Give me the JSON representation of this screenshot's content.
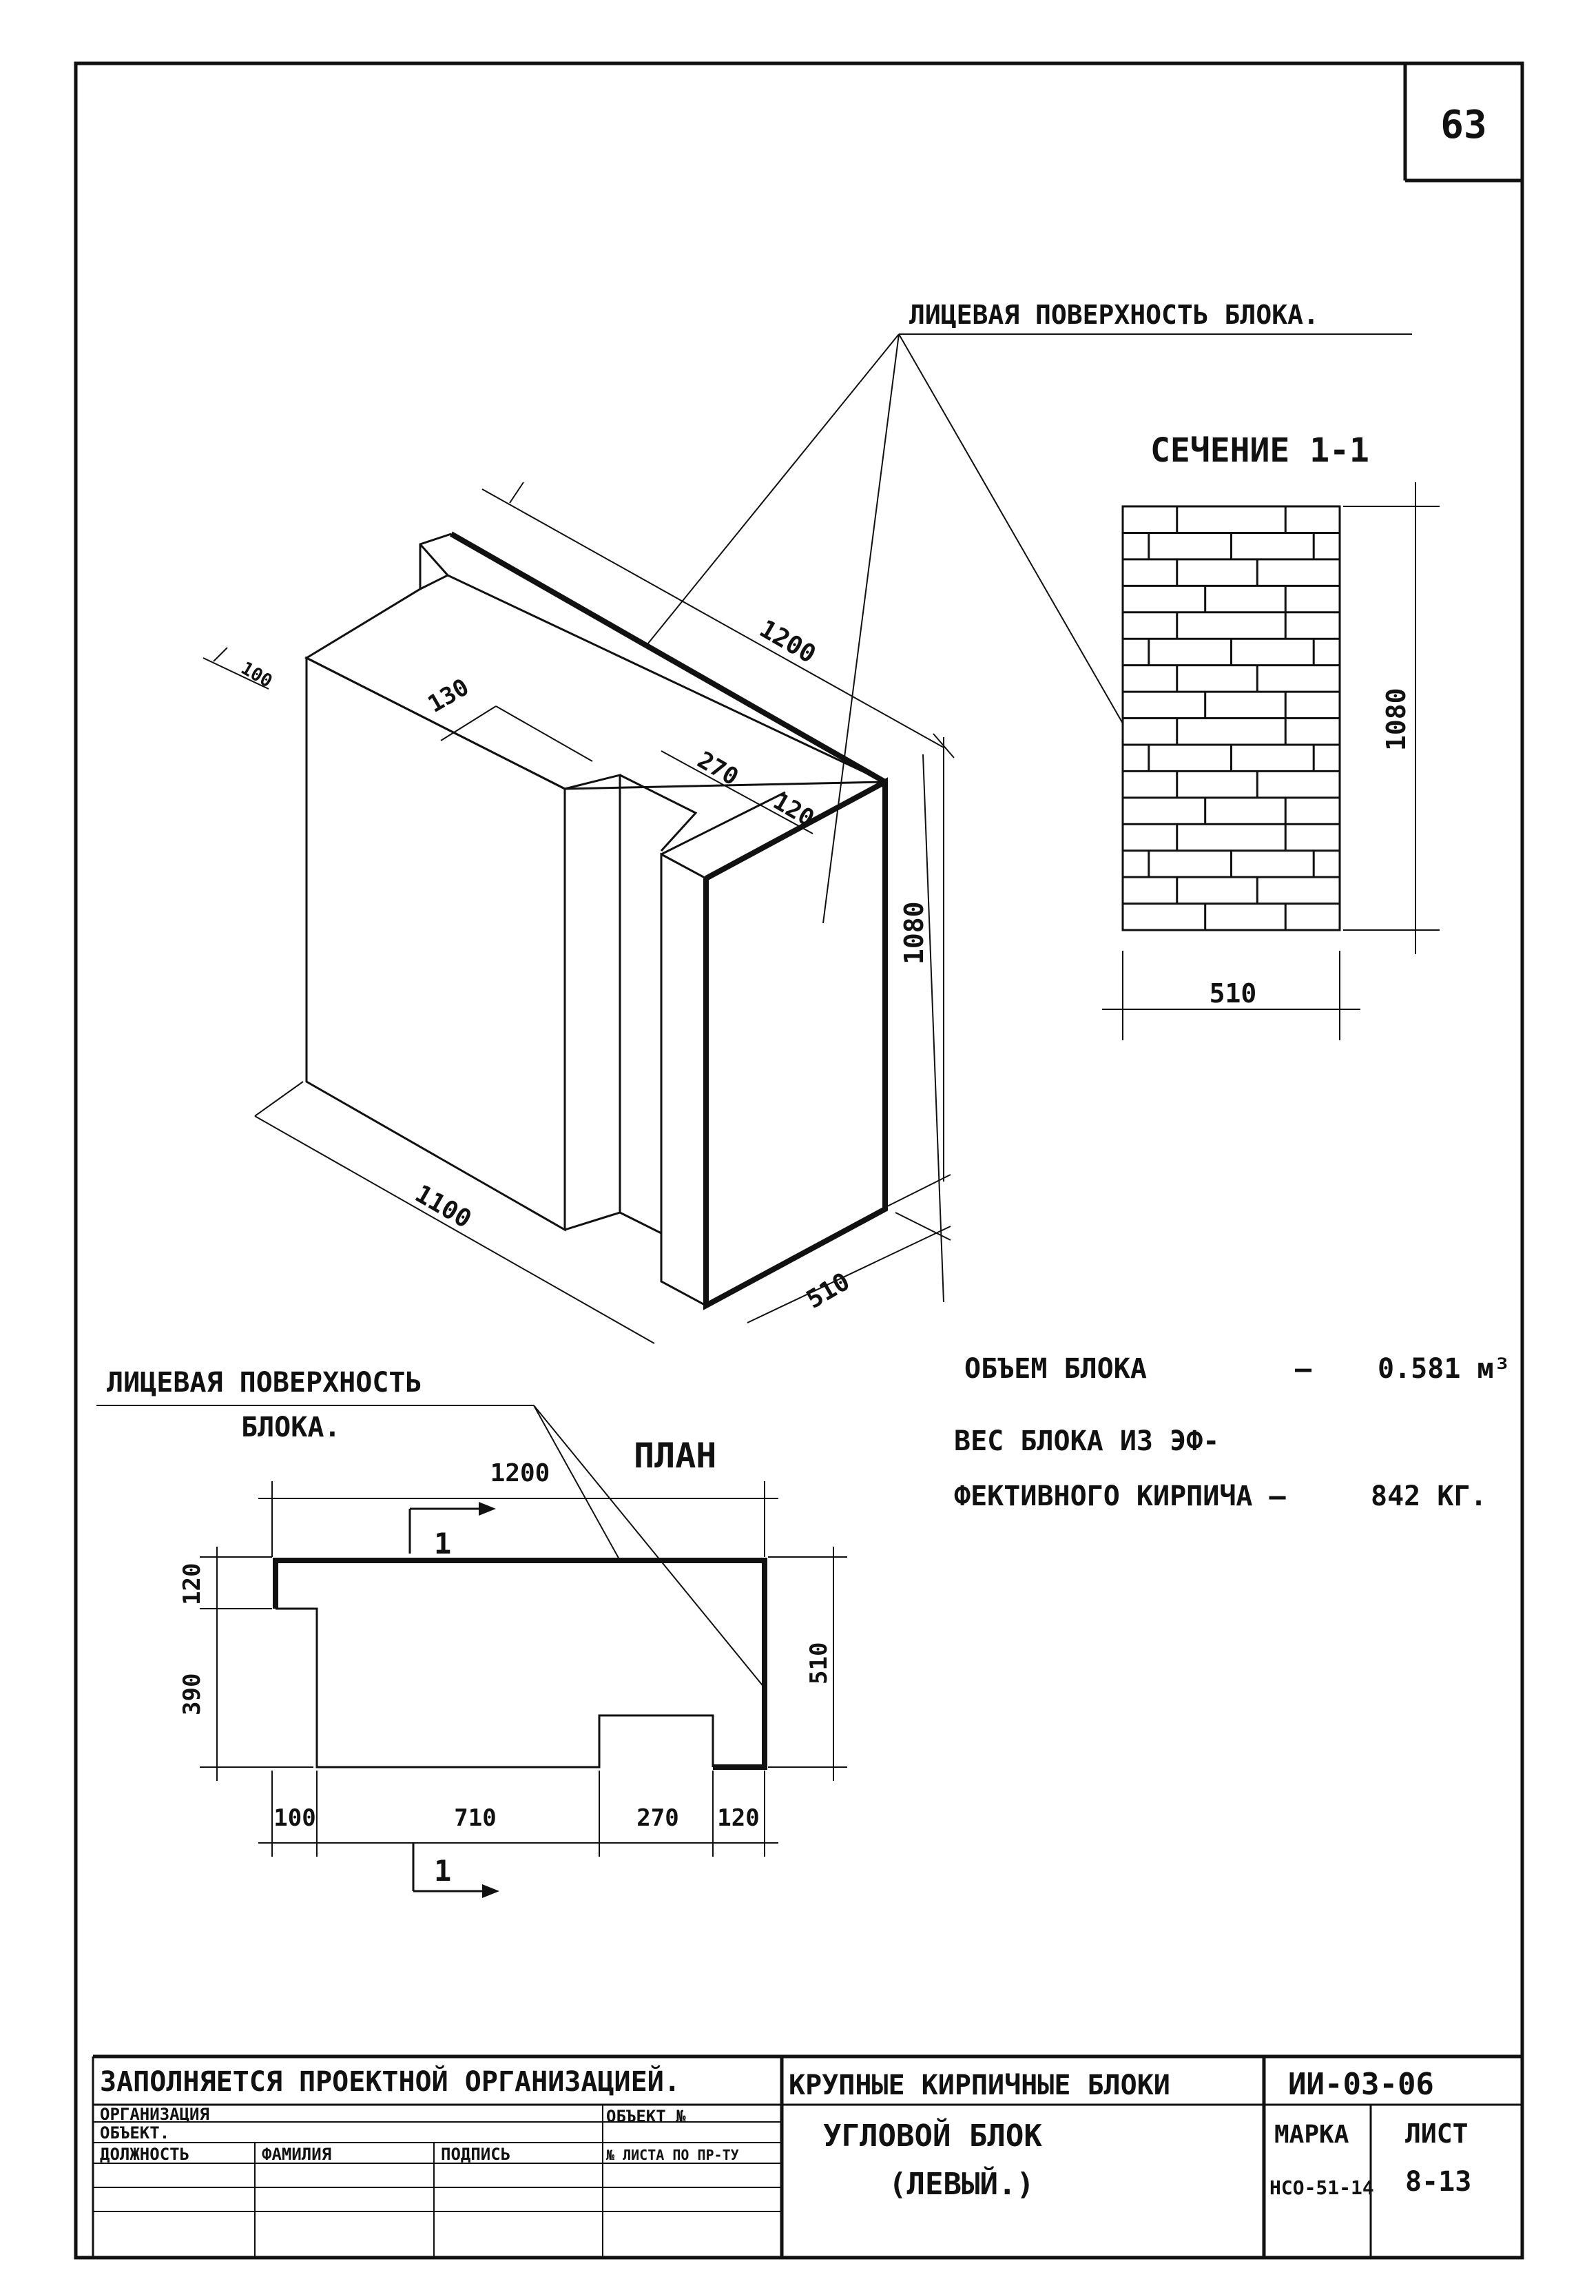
{
  "sheet": {
    "number": "63"
  },
  "iso_view": {
    "face_label": "ЛИЦЕВАЯ ПОВЕРХНОСТЬ БЛОКА.",
    "dims": {
      "length": "1200",
      "width": "1100",
      "height": "1080",
      "depth": "510",
      "d100": "100",
      "d130": "130",
      "d270": "270",
      "d120": "120"
    }
  },
  "section": {
    "title": "СЕЧЕНИЕ 1-1",
    "height": "1080",
    "width": "510"
  },
  "plan": {
    "face_label_line1": "ЛИЦЕВАЯ ПОВЕРХНОСТЬ",
    "face_label_line2": "БЛОКА.",
    "title": "ПЛАН",
    "dims": {
      "top": "1200",
      "left_top": "120",
      "left_bottom": "390",
      "right": "510",
      "bottom_1": "100",
      "bottom_2": "710",
      "bottom_3": "270",
      "bottom_4": "120"
    },
    "section_mark": "1"
  },
  "specs": {
    "volume_label": "ОБЪЕМ БЛОКА",
    "volume_dash": "–",
    "volume_value": "0.581 м³",
    "weight_label_1": "ВЕС БЛОКА ИЗ ЭФ-",
    "weight_label_2": "ФЕКТИВНОГО КИРПИЧА –",
    "weight_value": "842 КГ."
  },
  "title_block": {
    "filled_by": "ЗАПОЛНЯЕТСЯ ПРОЕКТНОЙ ОРГАНИЗАЦИЕЙ.",
    "organization": "ОРГАНИЗАЦИЯ",
    "object": "ОБЪЕКТ.",
    "object_no": "ОБЪЕКТ №",
    "position": "ДОЛЖНОСТЬ",
    "surname": "ФАМИЛИЯ",
    "signature": "ПОДПИСЬ",
    "sheet_no": "№ ЛИСТА ПО ПР-ТУ",
    "series_title": "КРУПНЫЕ КИРПИЧНЫЕ БЛОКИ",
    "series_code": "ИИ-03-06",
    "item_title_1": "УГЛОВОЙ БЛОК",
    "item_title_2": "(ЛЕВЫЙ.)",
    "mark_label": "МАРКА",
    "mark_value": "НСО-51-14",
    "sheet_label": "ЛИСТ",
    "sheet_value": "8-13"
  }
}
